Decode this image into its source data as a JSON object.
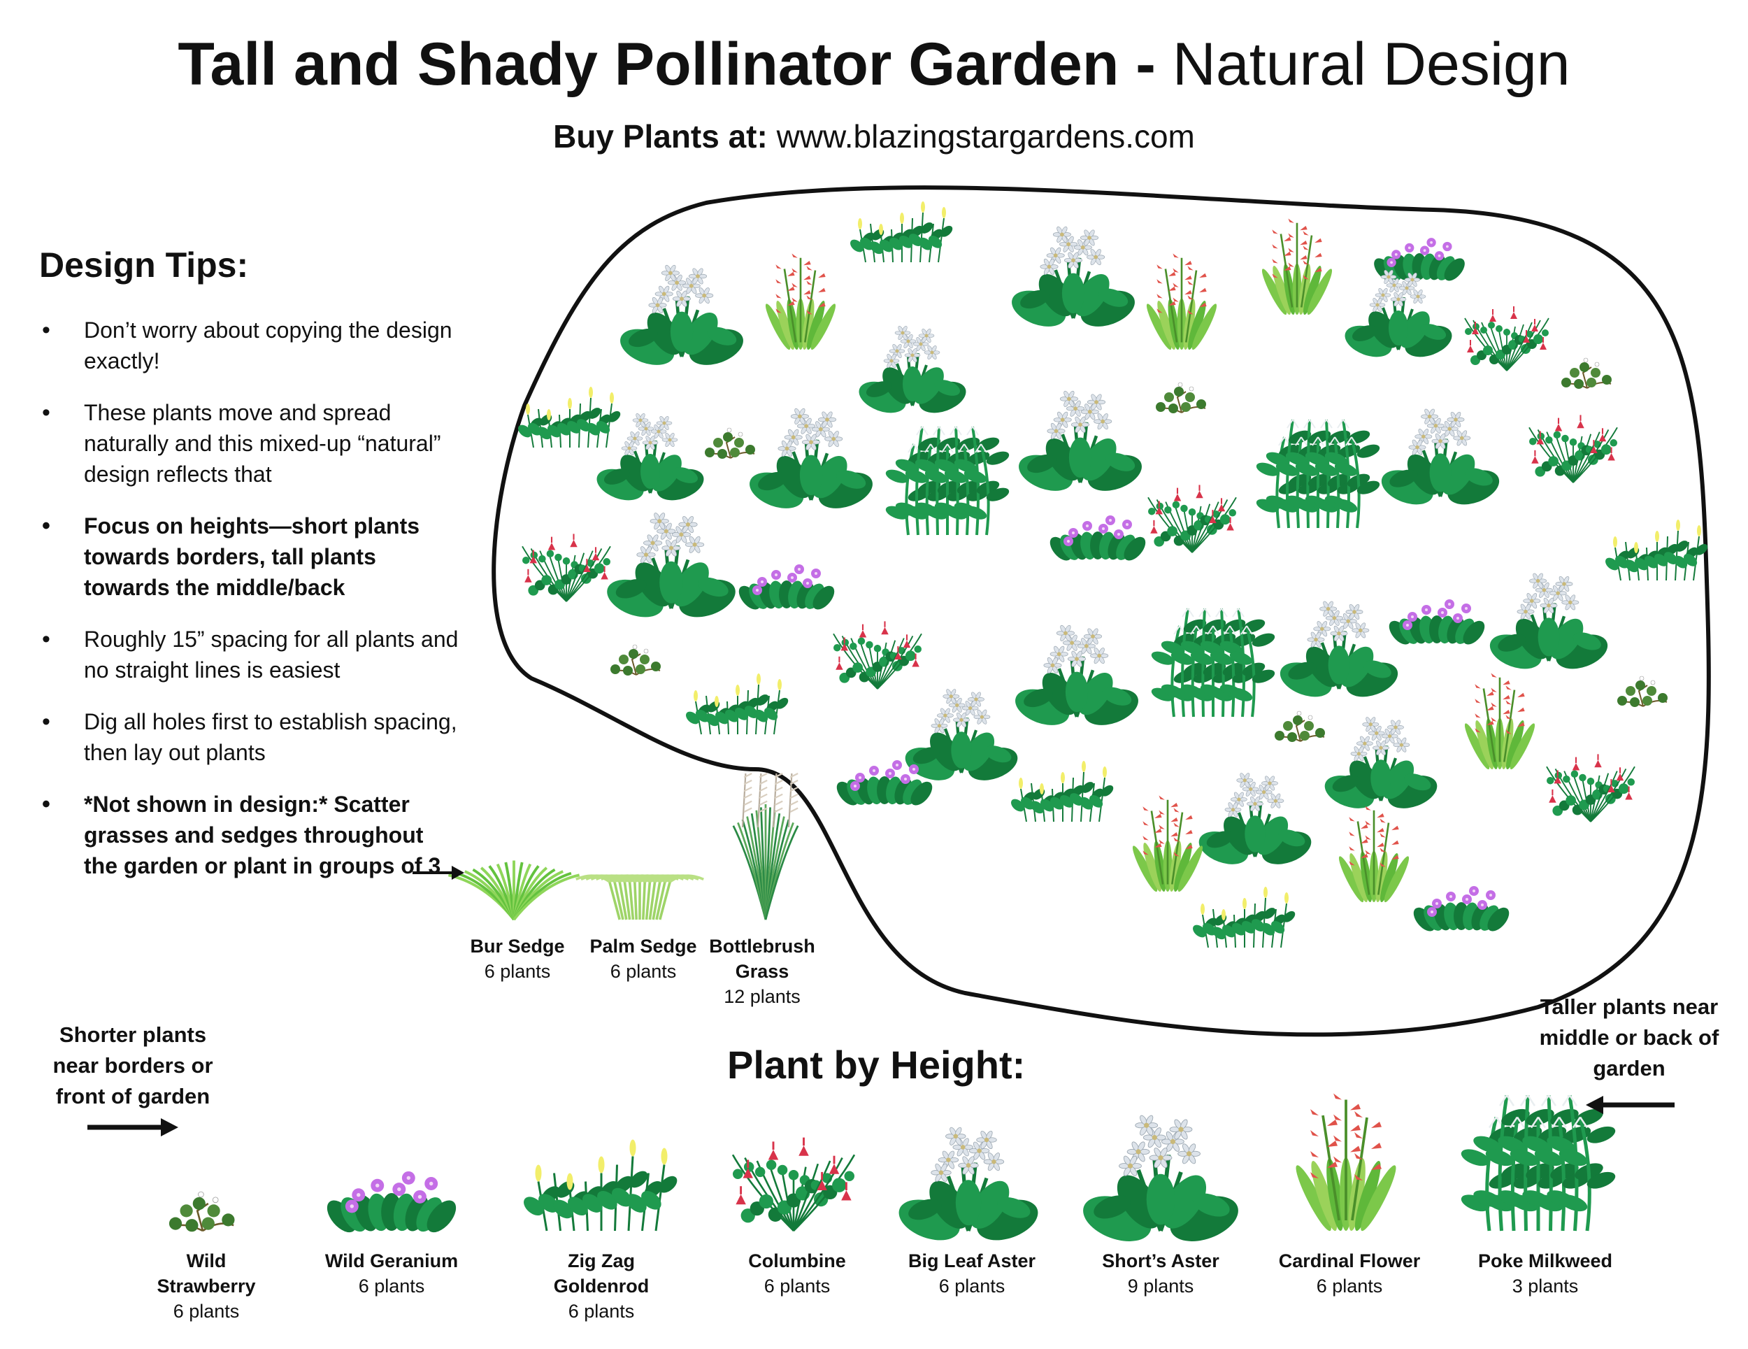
{
  "header": {
    "title_bold": "Tall and Shady Pollinator Garden -",
    "title_normal": "Natural Design",
    "buy_label": "Buy Plants at:",
    "buy_url": "www.blazingstargardens.com"
  },
  "tips": {
    "heading": "Design Tips:",
    "items": [
      "Don’t worry about copying the design exactly!",
      "These plants move and spread naturally and this mixed-up “natural” design reflects that",
      "Focus on heights—short plants towards borders, tall plants towards the middle/back",
      "Roughly 15” spacing for all plants and no straight lines is easiest",
      "Dig all holes first to establish spacing, then lay out plants",
      "*Not shown in design:* Scatter grasses and sedges throughout the garden or plant in groups of 3"
    ]
  },
  "grasses": [
    {
      "name": "Bur Sedge",
      "count": "6 plants"
    },
    {
      "name": "Palm Sedge",
      "count": "6 plants"
    },
    {
      "name": "Bottlebrush Grass",
      "count": "12 plants"
    }
  ],
  "height_section": {
    "title": "Plant by Height:",
    "shorter_note": "Shorter plants near borders or front of garden",
    "taller_note": "Taller plants near middle or back of garden"
  },
  "plants": [
    {
      "name": "Wild Strawberry",
      "count": "6 plants"
    },
    {
      "name": "Wild Geranium",
      "count": "6 plants"
    },
    {
      "name": "Zig Zag Goldenrod",
      "count": "6 plants"
    },
    {
      "name": "Columbine",
      "count": "6 plants"
    },
    {
      "name": "Big Leaf Aster",
      "count": "6 plants"
    },
    {
      "name": "Short’s Aster",
      "count": "9 plants"
    },
    {
      "name": "Cardinal Flower",
      "count": "6 plants"
    },
    {
      "name": "Poke Milkweed",
      "count": "3 plants"
    }
  ],
  "colors": {
    "leaf": "#1f9a4f",
    "leaf_dark": "#137a3a",
    "leaf_light": "#7cc84a",
    "strawberry_leaf": "#4f8a3a",
    "geranium_flower": "#c46ee6",
    "goldenrod_flower": "#f2ee6a",
    "columbine_flower": "#d8334a",
    "aster_flower": "#dde3ea",
    "cardinal_flower": "#e0524a",
    "grass_tan": "#d9cfc0"
  }
}
